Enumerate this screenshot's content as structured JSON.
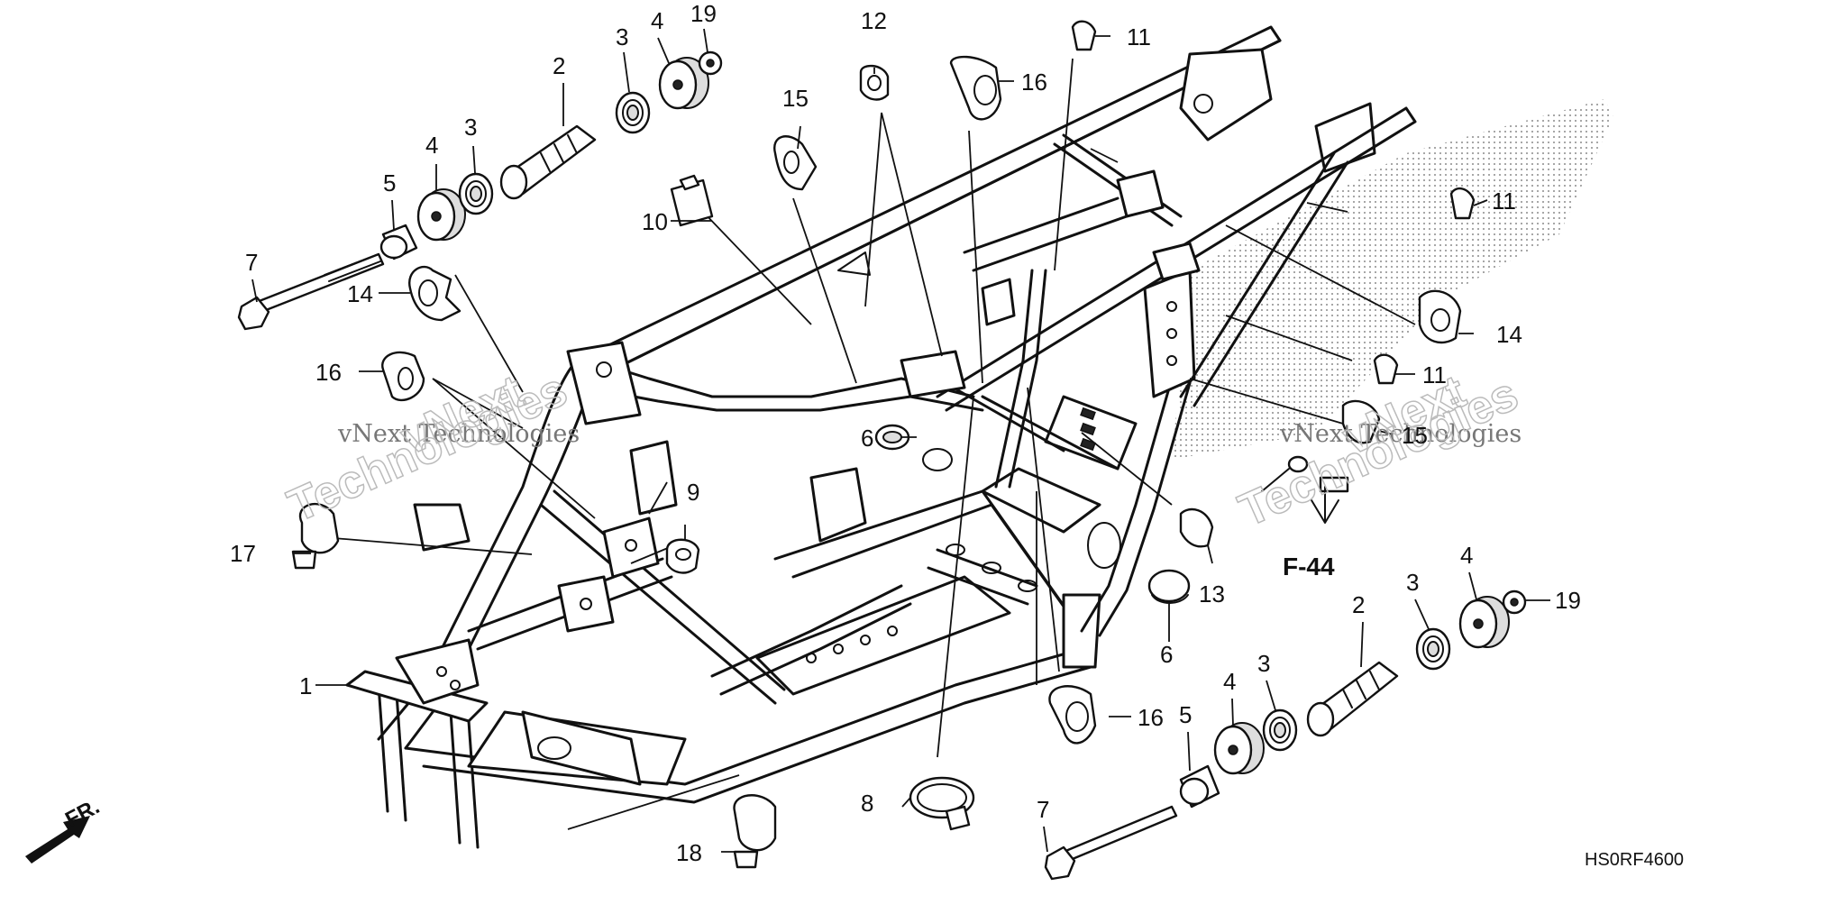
{
  "diagram": {
    "labels": {
      "l1": "1",
      "l2a": "2",
      "l2b": "2",
      "l3a": "3",
      "l3b": "3",
      "l3c": "3",
      "l3d": "3",
      "l4a": "4",
      "l4b": "4",
      "l4c": "4",
      "l4d": "4",
      "l5a": "5",
      "l5b": "5",
      "l6a": "6",
      "l6b": "6",
      "l7a": "7",
      "l7b": "7",
      "l8": "8",
      "l9": "9",
      "l10": "10",
      "l11a": "11",
      "l11b": "11",
      "l11c": "11",
      "l12": "12",
      "l13": "13",
      "l14a": "14",
      "l14b": "14",
      "l15a": "15",
      "l15b": "15",
      "l16a": "16",
      "l16b": "16",
      "l16c": "16",
      "l17": "17",
      "l18": "18",
      "l19a": "19",
      "l19b": "19"
    },
    "reference": "F-44",
    "direction": "FR.",
    "diagram_code": "HS0RF4600",
    "watermark": {
      "line1": "vNext Technologies",
      "big1": "vNext",
      "big2": "Technologies"
    }
  }
}
